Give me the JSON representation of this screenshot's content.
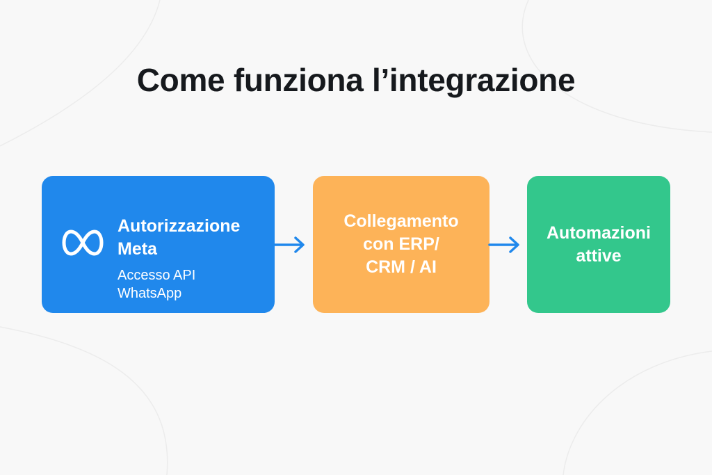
{
  "title": "Come funziona l’integrazione",
  "steps": [
    {
      "heading_line1": "Autorizzazione",
      "heading_line2": "Meta",
      "sub_line1": "Accesso API",
      "sub_line2": "WhatsApp",
      "icon": "meta-infinity-icon",
      "color": "#2088ec"
    },
    {
      "line1": "Collegamento",
      "line2": "con ERP/",
      "line3": "CRM / AI",
      "color": "#fdb358"
    },
    {
      "line1": "Automazioni",
      "line2": "attive",
      "color": "#33c78c"
    }
  ],
  "connector": {
    "icon": "arrow-right-icon",
    "color": "#2088ec"
  }
}
